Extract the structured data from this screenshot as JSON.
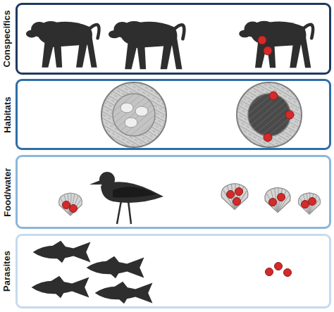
{
  "diagram": {
    "nodes": [
      {
        "text": [
          "Conspecifics"
        ]
      },
      {
        "text": [
          "Habitats"
        ]
      },
      {
        "text": [
          "Food/water"
        ]
      },
      {
        "text": [
          "Parasites"
        ]
      }
    ]
  }
}
